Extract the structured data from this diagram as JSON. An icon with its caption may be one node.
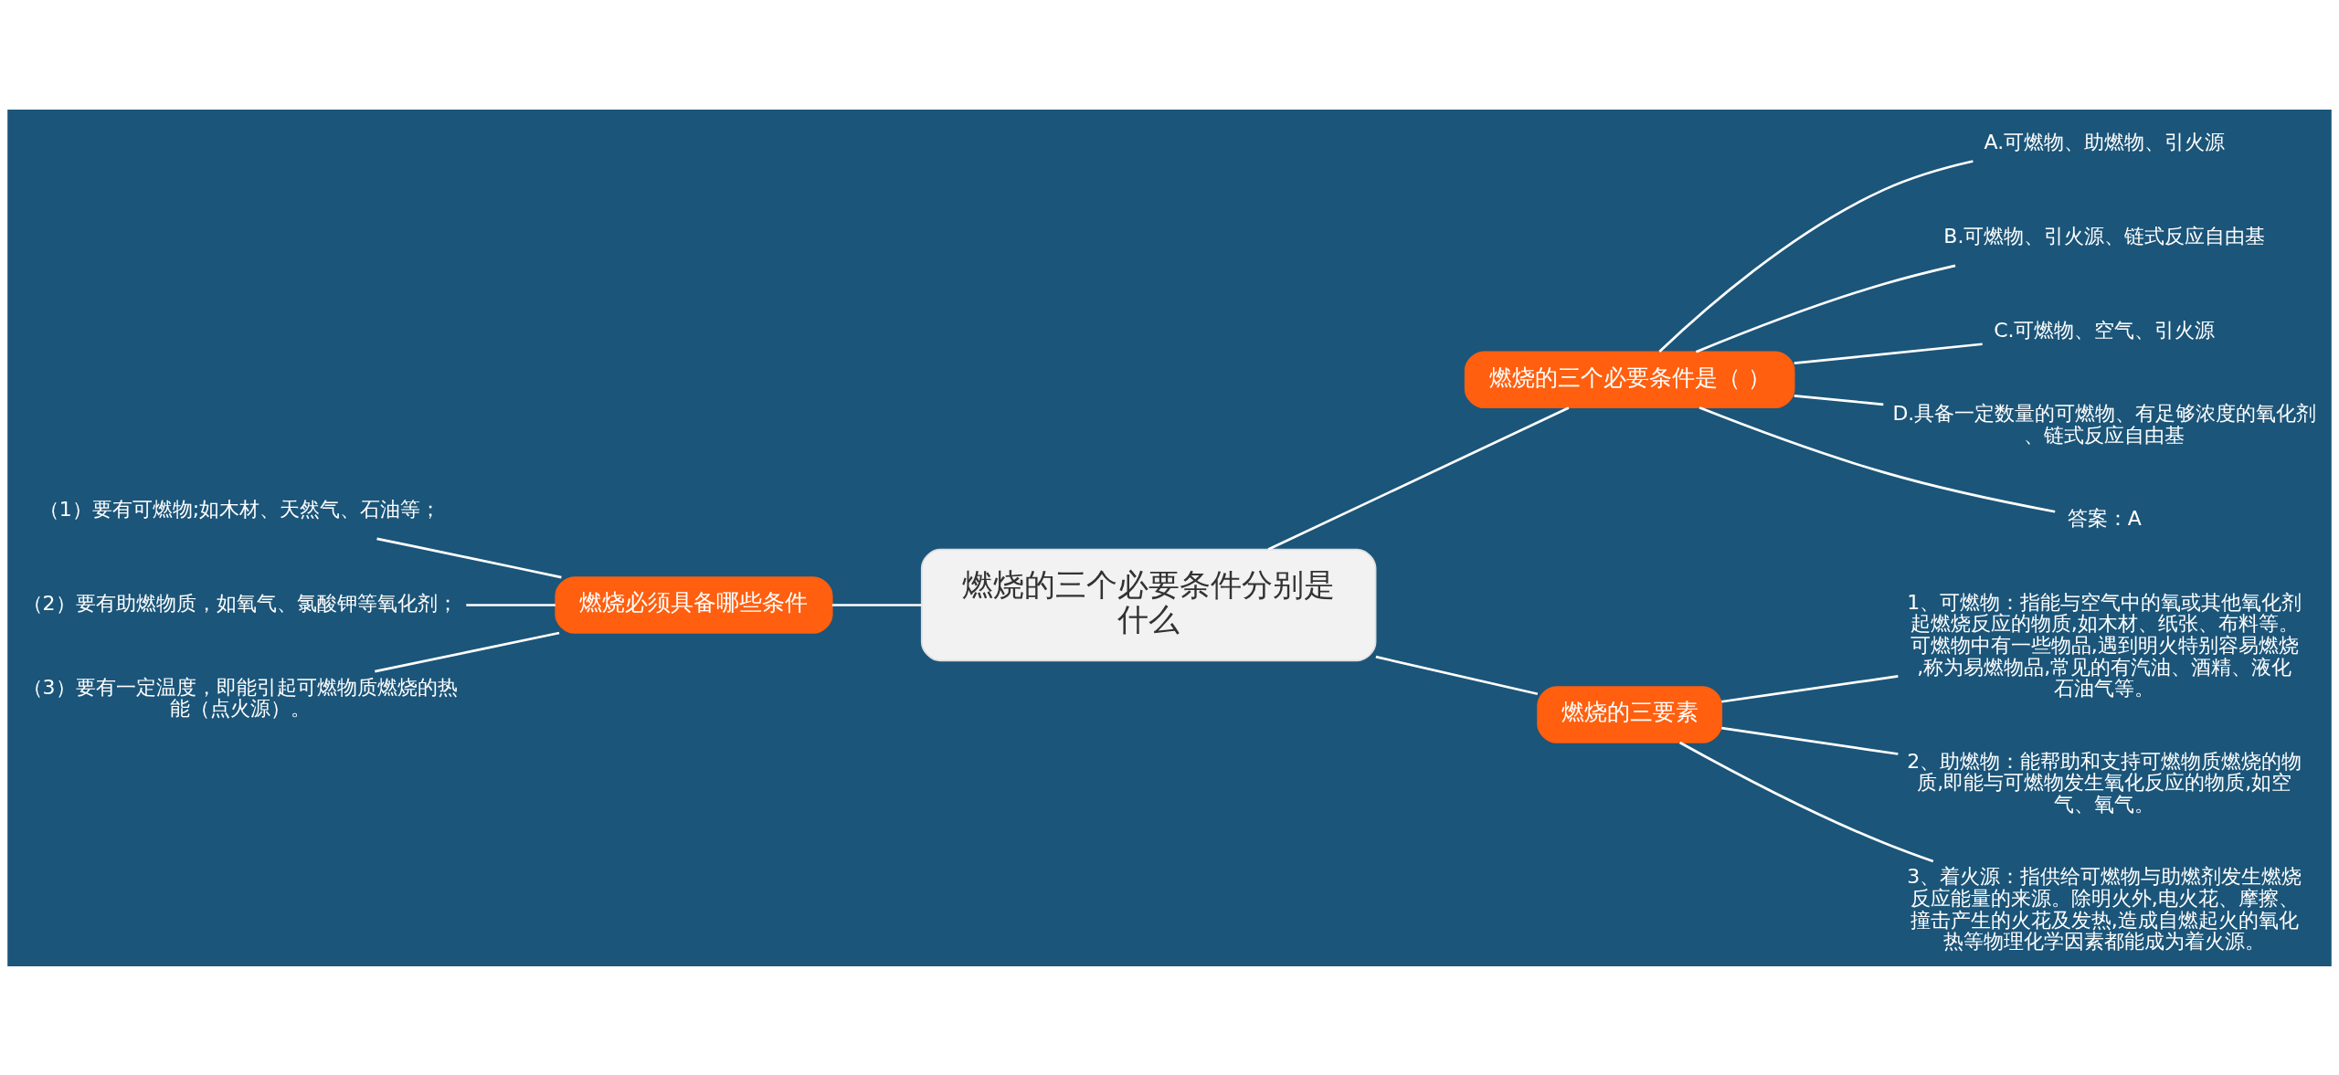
{
  "diagram": {
    "nodes": [
      {
        "text": [
          "燃烧的三个必要条件分别是什么"
        ]
      },
      {
        "text": [
          "燃烧的三个必要条件是（ ）"
        ]
      },
      {
        "text": [
          "A.可燃物、助燃物、引火源"
        ]
      },
      {
        "text": [
          "B.可燃物、引火源、链式反应自由基"
        ]
      },
      {
        "text": [
          "C.可燃物、空气、引火源"
        ]
      },
      {
        "text": [
          "D.具备一定数量的可燃物、有足够浓度的氧化剂、链式反应自由基"
        ]
      },
      {
        "text": [
          "答案：A"
        ]
      },
      {
        "text": [
          "燃烧的三要素"
        ]
      },
      {
        "text": [
          "1、可燃物：指能与空气中的氧或其他氧化剂起燃烧反应的物质,如木材、纸张、布料等。可燃物中有一些物品,遇到明火特别容易燃烧,称为易燃物品,常见的有汽油、酒精、液化石油气等。"
        ]
      },
      {
        "text": [
          "2、助燃物：能帮助和支持可燃物质燃烧的物质,即能与可燃物发生氧化反应的物质,如空气、氧气。"
        ]
      },
      {
        "text": [
          "3、着火源：指供给可燃物与助燃剂发生燃烧反应能量的来源。除明火外,电火花、摩擦、撞击产生的火花及发热,造成自燃起火的氧化热等物理化学因素都能成为着火源。"
        ]
      },
      {
        "text": [
          "燃烧必须具备哪些条件"
        ]
      },
      {
        "text": [
          "（1）要有可燃物;如木材、天然气、石油等；"
        ]
      },
      {
        "text": [
          "（2）要有助燃物质，如氧气、氯酸钾等氧化剂；"
        ]
      },
      {
        "text": [
          "（3）要有一定温度，即能引起可燃物质燃烧的热能（点火源）。"
        ]
      }
    ],
    "edges": [
      {
        "from": 0,
        "to": 1,
        "arrow": "none"
      },
      {
        "from": 1,
        "to": 2,
        "arrow": "none"
      },
      {
        "from": 1,
        "to": 3,
        "arrow": "none"
      },
      {
        "from": 1,
        "to": 4,
        "arrow": "none"
      },
      {
        "from": 1,
        "to": 5,
        "arrow": "none"
      },
      {
        "from": 1,
        "to": 6,
        "arrow": "none"
      },
      {
        "from": 0,
        "to": 7,
        "arrow": "none"
      },
      {
        "from": 7,
        "to": 8,
        "arrow": "none"
      },
      {
        "from": 7,
        "to": 9,
        "arrow": "none"
      },
      {
        "from": 7,
        "to": 10,
        "arrow": "none"
      },
      {
        "from": 0,
        "to": 11,
        "arrow": "none"
      },
      {
        "from": 11,
        "to": 12,
        "arrow": "none"
      },
      {
        "from": 11,
        "to": 13,
        "arrow": "none"
      },
      {
        "from": 11,
        "to": 14,
        "arrow": "none"
      }
    ]
  }
}
